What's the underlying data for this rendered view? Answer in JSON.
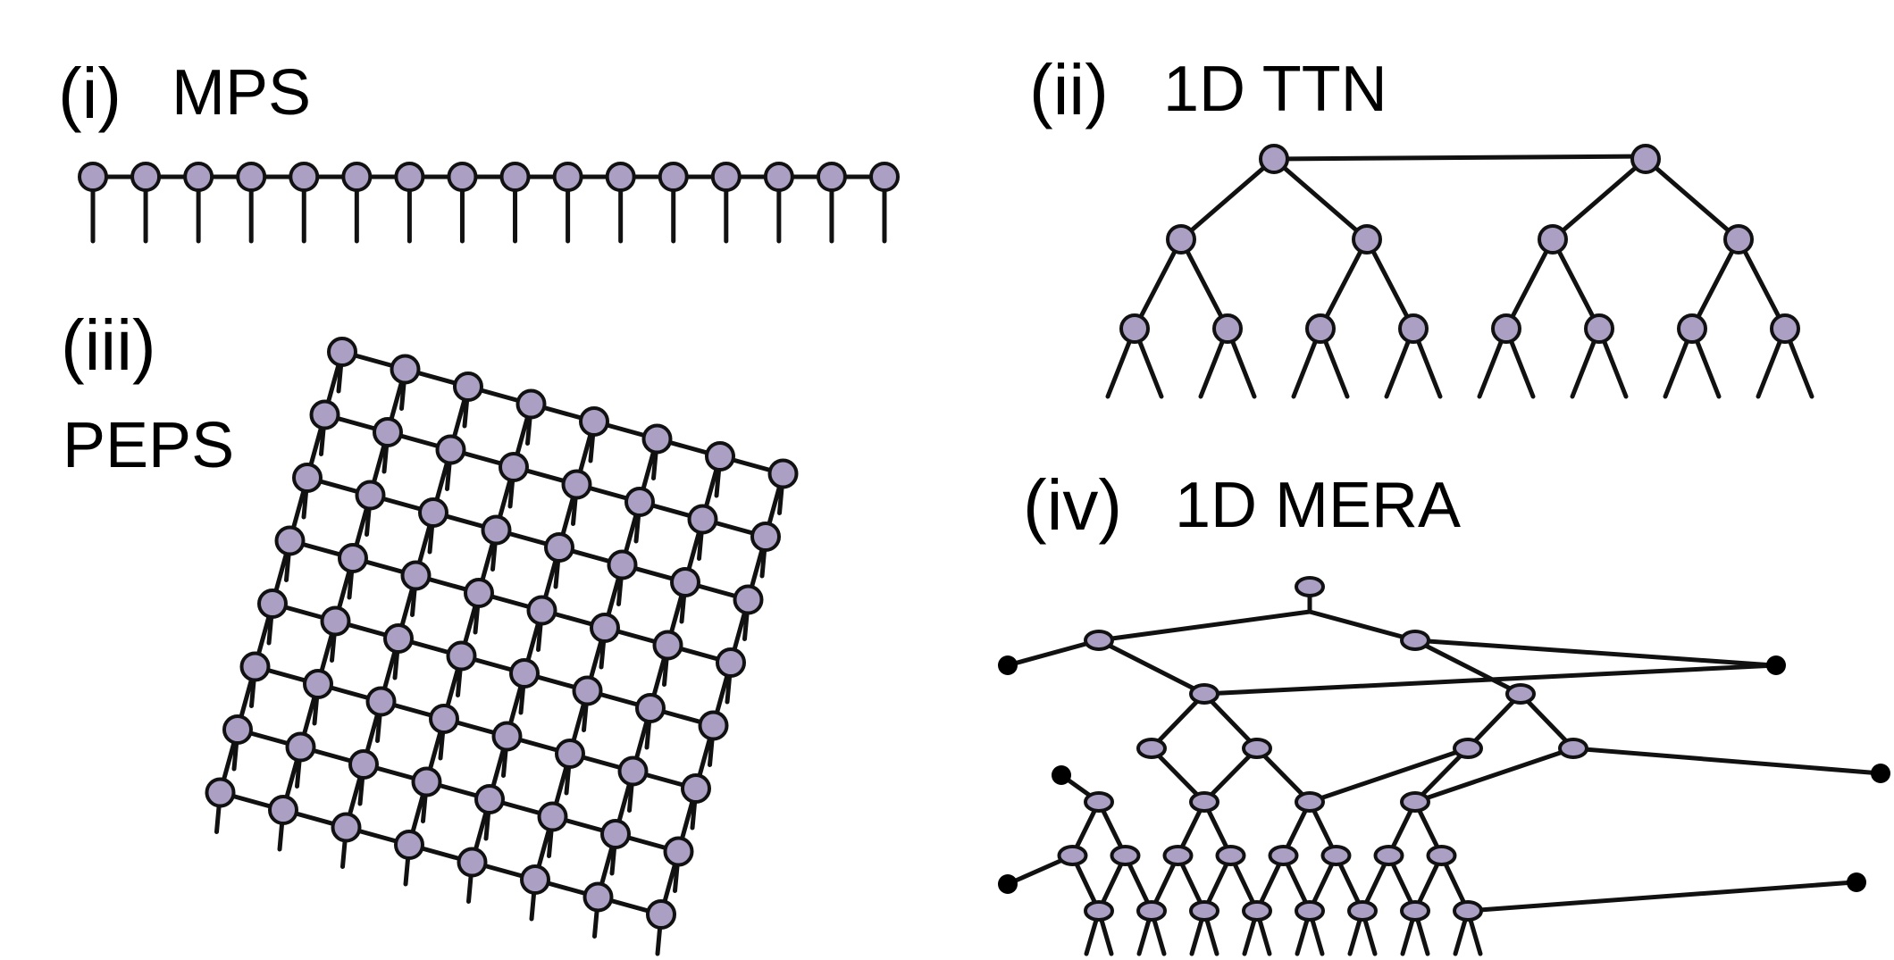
{
  "colors": {
    "node_fill": "#aba0c4",
    "node_stroke": "#111111",
    "edge": "#111111",
    "background": "#ffffff",
    "boundary_node": "#000000"
  },
  "panels": {
    "mps": {
      "label": "(i)",
      "title": "MPS",
      "site_count": 16
    },
    "ttn": {
      "label": "(ii)",
      "title": "1D TTN",
      "tree_levels": 3,
      "leaf_legs_per_node": 2
    },
    "peps": {
      "label": "(iii)",
      "title": "PEPS",
      "grid_rows": 8,
      "grid_cols": 8
    },
    "mera": {
      "label": "(iv)",
      "title": "1D MERA"
    }
  }
}
